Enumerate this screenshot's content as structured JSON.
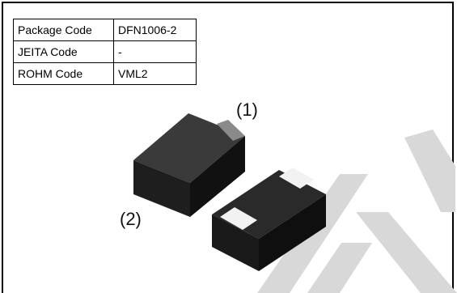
{
  "package_table": {
    "rows": [
      {
        "key": "Package Code",
        "value": "DFN1006-2"
      },
      {
        "key": "JEITA Code",
        "value": "-"
      },
      {
        "key": "ROHM Code",
        "value": "VML2"
      }
    ]
  },
  "pins": {
    "pin1": "(1)",
    "pin2": "(2)"
  },
  "colors": {
    "body": "#1e1e1e",
    "terminal": "#f2f2f2",
    "band": "#7a7a7a",
    "watermark": "#d8d8d8"
  }
}
